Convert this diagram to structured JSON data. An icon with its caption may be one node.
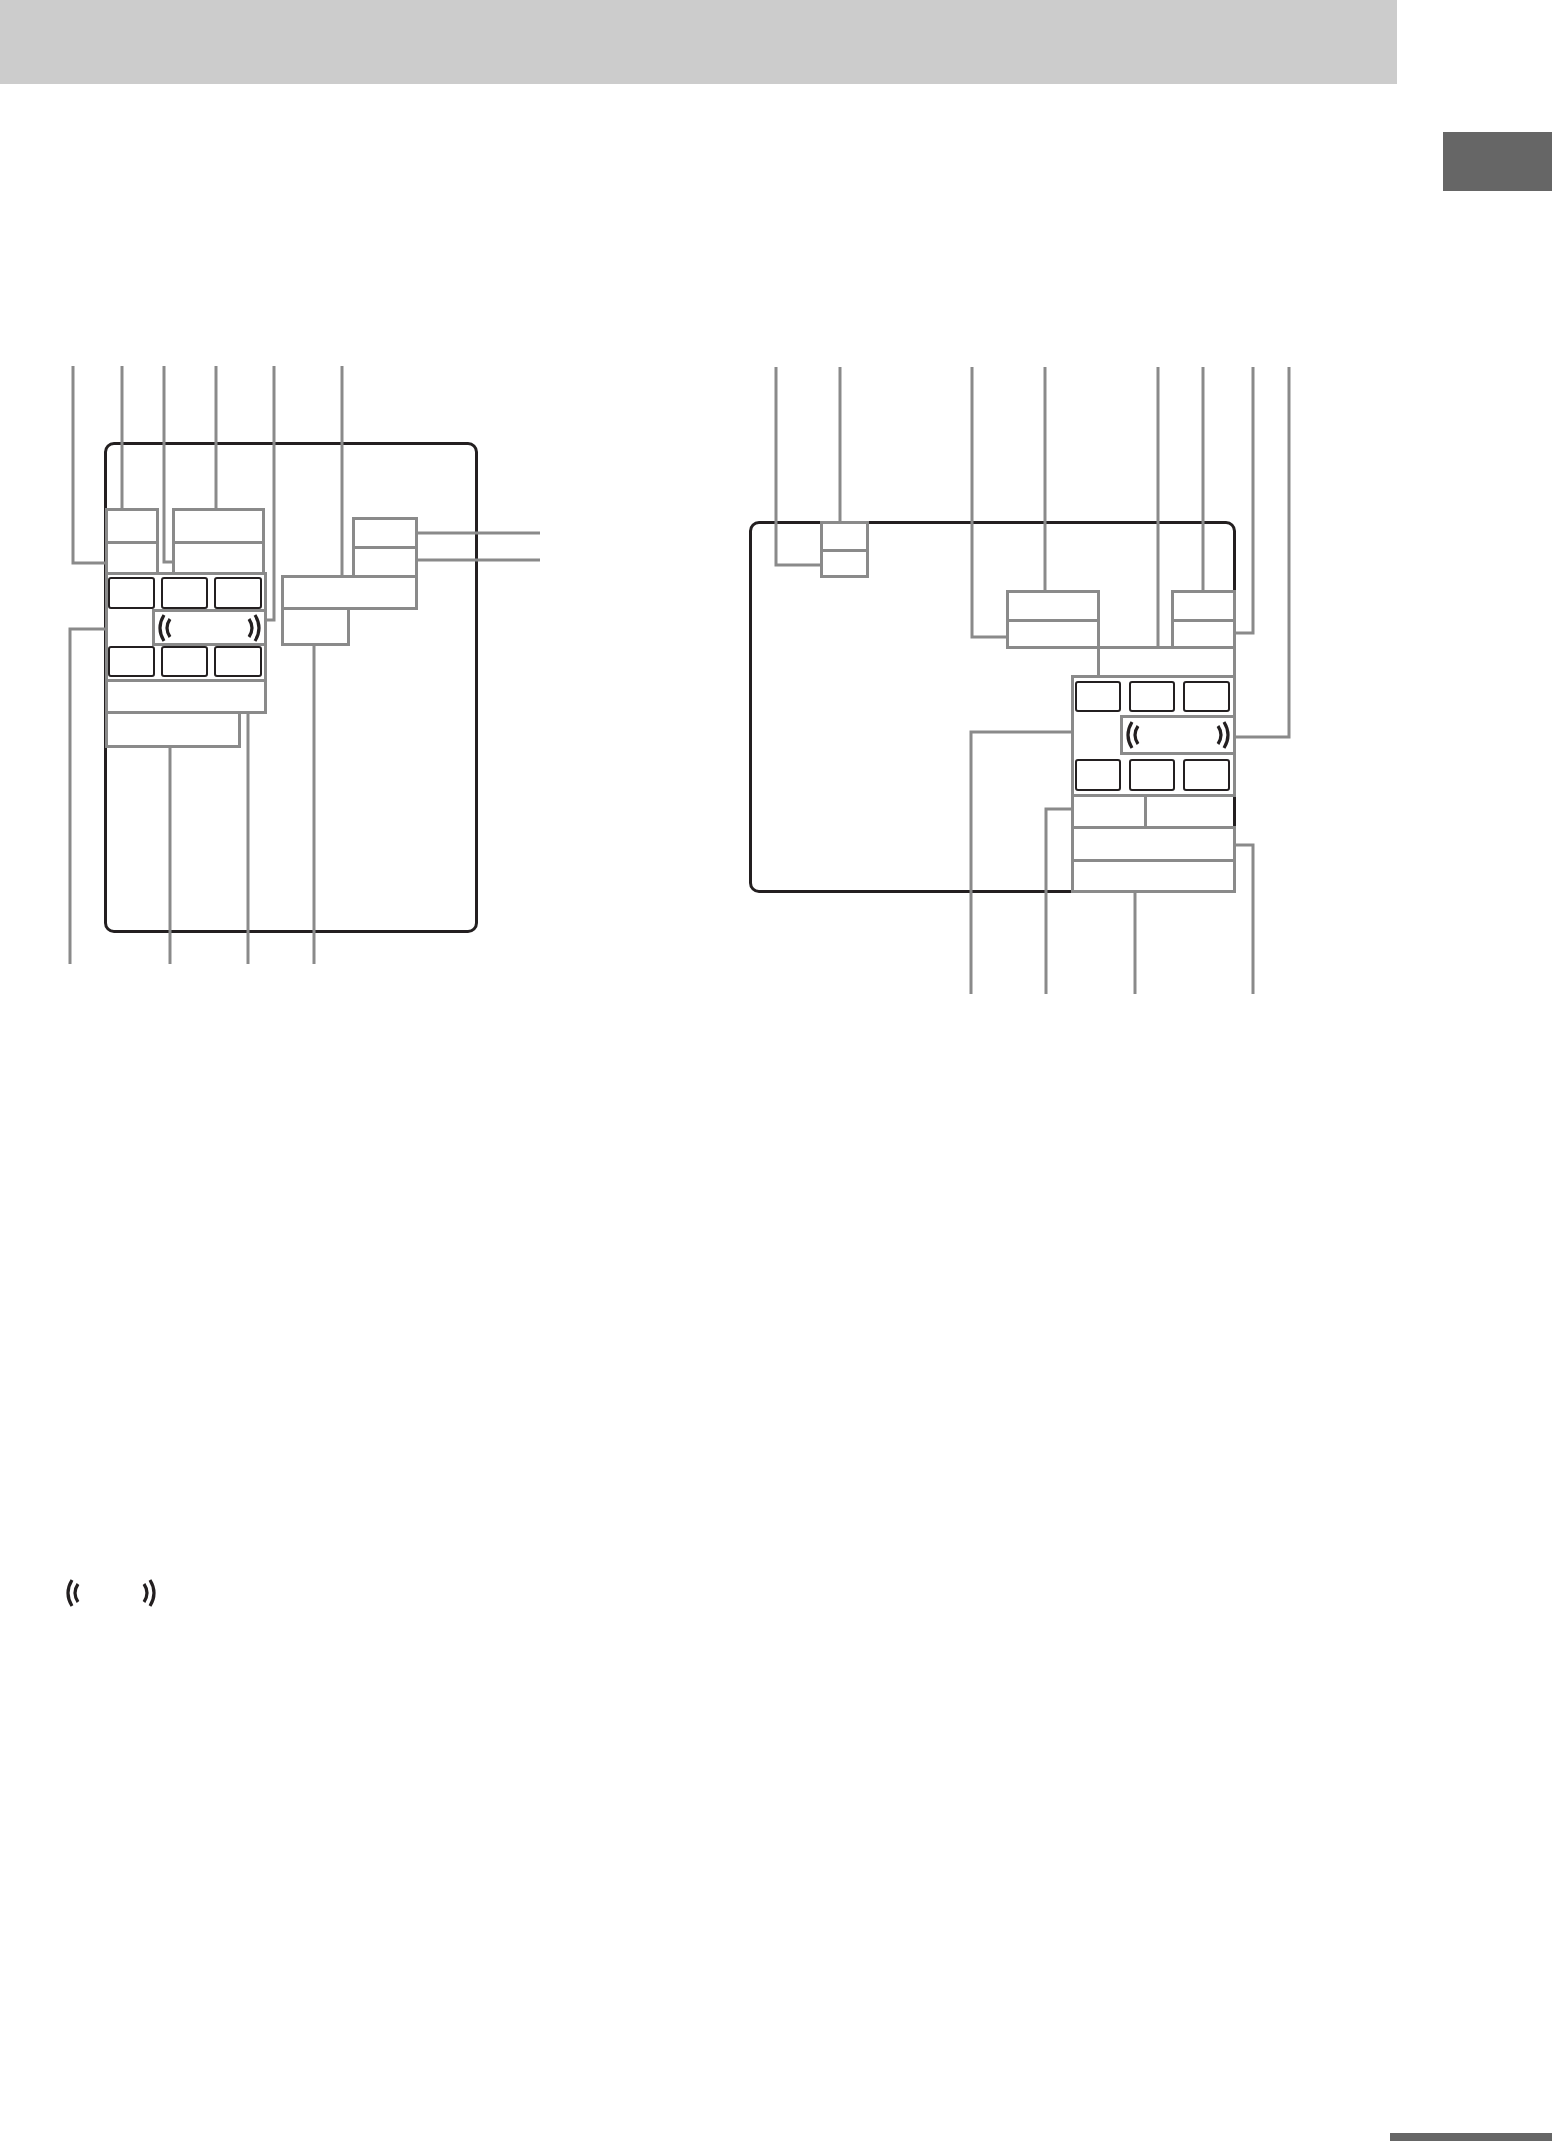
{
  "diagram": {
    "nodes": [
      {
        "text": [],
        "shape": "box"
      },
      {
        "text": [],
        "shape": "box",
        "in": 0
      },
      {
        "text": [],
        "shape": "box",
        "in": 0
      },
      {
        "text": [],
        "shape": "box",
        "in": 0
      },
      {
        "text": [],
        "shape": "box",
        "in": 0
      },
      {
        "text": [],
        "shape": "box",
        "in": 0
      },
      {
        "text": [],
        "shape": "box",
        "in": 0
      },
      {
        "text": [],
        "shape": "box",
        "in": 0
      },
      {
        "text": [],
        "shape": "box",
        "in": 0
      },
      {
        "text": [],
        "shape": "box",
        "in": 0
      },
      {
        "text": [],
        "shape": "box",
        "in": 9
      },
      {
        "text": [],
        "shape": "box",
        "in": 9
      },
      {
        "text": [],
        "shape": "box",
        "in": 9
      },
      {
        "text": [],
        "shape": "box",
        "in": 9
      },
      {
        "text": [],
        "shape": "box",
        "in": 9
      },
      {
        "text": [],
        "shape": "box",
        "in": 9
      },
      {
        "text": [],
        "shape": "box",
        "in": 9
      },
      {
        "text": [],
        "shape": "box",
        "in": 0
      },
      {
        "text": [],
        "shape": "box",
        "in": 0
      },
      {
        "text": [],
        "shape": "box"
      },
      {
        "text": [],
        "shape": "box",
        "in": 19
      },
      {
        "text": [],
        "shape": "box",
        "in": 19
      },
      {
        "text": [],
        "shape": "box",
        "in": 19
      },
      {
        "text": [],
        "shape": "box",
        "in": 19
      },
      {
        "text": [],
        "shape": "box",
        "in": 19
      },
      {
        "text": [],
        "shape": "box",
        "in": 19
      },
      {
        "text": [],
        "shape": "box",
        "in": 19
      },
      {
        "text": [],
        "shape": "box",
        "in": 19
      },
      {
        "text": [],
        "shape": "box",
        "in": 27
      },
      {
        "text": [],
        "shape": "box",
        "in": 27
      },
      {
        "text": [],
        "shape": "box",
        "in": 27
      },
      {
        "text": [],
        "shape": "box",
        "in": 27
      },
      {
        "text": [],
        "shape": "box",
        "in": 27
      },
      {
        "text": [],
        "shape": "box",
        "in": 27
      },
      {
        "text": [],
        "shape": "box",
        "in": 27
      },
      {
        "text": [],
        "shape": "box",
        "in": 19
      },
      {
        "text": [],
        "shape": "box",
        "in": 19
      },
      {
        "text": [],
        "shape": "box",
        "in": 19
      }
    ],
    "edges": [
      {
        "from": null,
        "to": 2,
        "arrow": "none"
      },
      {
        "from": null,
        "to": 1,
        "arrow": "none"
      },
      {
        "from": null,
        "to": 4,
        "arrow": "none"
      },
      {
        "from": null,
        "to": 3,
        "arrow": "none"
      },
      {
        "from": null,
        "to": 13,
        "arrow": "none"
      },
      {
        "from": null,
        "to": 7,
        "arrow": "none"
      },
      {
        "from": null,
        "to": 5,
        "arrow": "none"
      },
      {
        "from": null,
        "to": 6,
        "arrow": "none"
      },
      {
        "from": null,
        "to": 9,
        "arrow": "none"
      },
      {
        "from": null,
        "to": 18,
        "arrow": "none"
      },
      {
        "from": null,
        "to": 17,
        "arrow": "none"
      },
      {
        "from": null,
        "to": 8,
        "arrow": "none"
      },
      {
        "from": null,
        "to": 21,
        "arrow": "none"
      },
      {
        "from": null,
        "to": 20,
        "arrow": "none"
      },
      {
        "from": null,
        "to": 23,
        "arrow": "none"
      },
      {
        "from": null,
        "to": 22,
        "arrow": "none"
      },
      {
        "from": null,
        "to": 26,
        "arrow": "none"
      },
      {
        "from": null,
        "to": 24,
        "arrow": "none"
      },
      {
        "from": null,
        "to": 25,
        "arrow": "none"
      },
      {
        "from": null,
        "to": 31,
        "arrow": "none"
      },
      {
        "from": null,
        "to": 27,
        "arrow": "none"
      },
      {
        "from": null,
        "to": 35,
        "arrow": "none"
      },
      {
        "from": null,
        "to": 37,
        "arrow": "none"
      },
      {
        "from": null,
        "to": 36,
        "arrow": "none"
      }
    ]
  }
}
